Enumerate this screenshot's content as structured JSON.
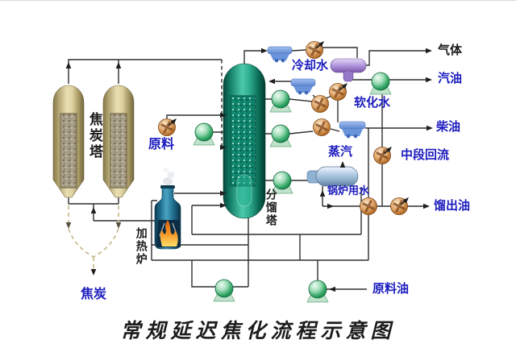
{
  "title": "常规延迟焦化流程示意图",
  "equipment_labels": {
    "coke_tower": "焦炭塔",
    "fractionation_tower": "分馏塔",
    "heating_furnace": "加热炉"
  },
  "stream_labels": {
    "raw_material": "原料",
    "cooling_water": "冷却水",
    "softened_water": "软化水",
    "steam": "蒸汽",
    "boiler_water": "锅炉用水",
    "middle_reflux": "中段回流",
    "gas": "气体",
    "gasoline": "汽油",
    "diesel": "柴油",
    "distillate_oil": "馏出油",
    "raw_oil": "原料油",
    "coke": "焦炭"
  },
  "colors": {
    "label_blue": "#1b1bbf",
    "label_black": "#1c1c1c",
    "line": "#2f2f2f",
    "coke_tower_body": "#cfc28b",
    "fractionator_body": "#17a184",
    "furnace_body": "#227799",
    "flame_orange": "#f5921e",
    "pump_green": "#2ba05c",
    "exchanger_copper": "#c07a36",
    "cooler_blue": "#6a94da",
    "separator_purple": "#a98fd6",
    "steam_drum_blue": "#9dbcdc",
    "coke_dashed_line": "#c9bd92",
    "background": "#ffffff"
  }
}
